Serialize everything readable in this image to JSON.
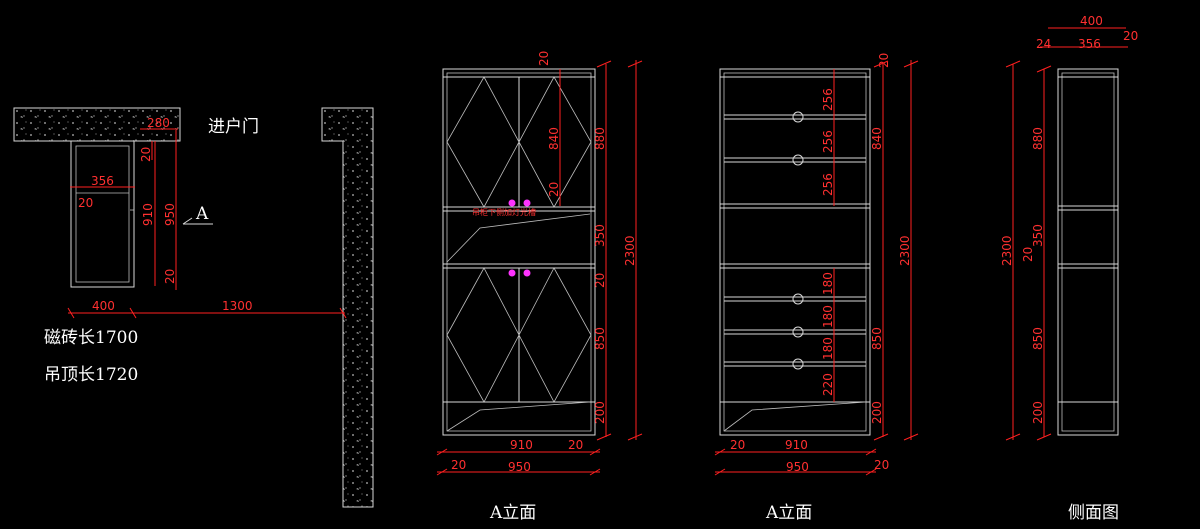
{
  "plan": {
    "door_label": "进户门",
    "tile_note": "磁砖长1700",
    "ceiling_note": "吊顶长1720",
    "section_mark": "A",
    "dims": {
      "d280": "280",
      "d20a": "20",
      "d356": "356",
      "d20b": "20",
      "d910": "910",
      "d950": "950",
      "d20c": "20",
      "d400": "400",
      "d1300": "1300"
    }
  },
  "elevation1": {
    "title": "A立面",
    "note": "吊柜下侧加灯光槽",
    "dims": {
      "top20": "20",
      "d840": "840",
      "d20m": "20",
      "d880": "880",
      "d350": "350",
      "d20b": "20",
      "d850": "850",
      "d200": "200",
      "d2300": "2300",
      "w910": "910",
      "w20": "20",
      "w950": "950",
      "w20l": "20"
    }
  },
  "elevation2": {
    "title": "A立面",
    "dims": {
      "top20": "20",
      "s256a": "256",
      "s256b": "256",
      "s256c": "256",
      "d840": "840",
      "d2300": "2300",
      "d180a": "180",
      "d180b": "180",
      "d180c": "180",
      "d220": "220",
      "d850": "850",
      "d200": "200",
      "w20": "20",
      "w910": "910",
      "w950": "950",
      "w20r": "20"
    }
  },
  "side": {
    "title": "侧面图",
    "dims": {
      "t400": "400",
      "t24": "24",
      "t356": "356",
      "t20": "20",
      "d880": "880",
      "d350": "350",
      "d20": "20",
      "d850": "850",
      "d200": "200",
      "d2300": "2300"
    }
  }
}
